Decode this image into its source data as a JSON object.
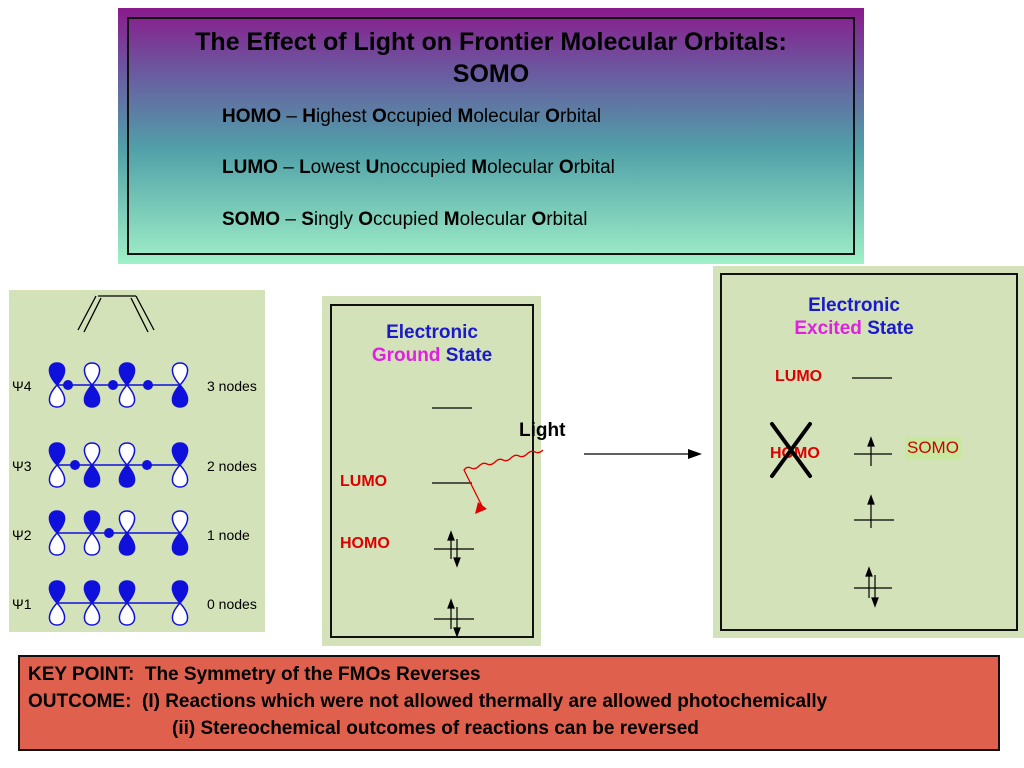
{
  "title": {
    "line1": "The Effect of Light on Frontier Molecular Orbitals:",
    "line2": "SOMO"
  },
  "definitions": [
    {
      "abbr": "HOMO",
      "dash": " – ",
      "parts": [
        [
          "H",
          "ighest "
        ],
        [
          "O",
          "ccupied "
        ],
        [
          "M",
          "olecular "
        ],
        [
          "O",
          "rbital"
        ]
      ]
    },
    {
      "abbr": "LUMO",
      "dash": " – ",
      "parts": [
        [
          "L",
          "owest "
        ],
        [
          "U",
          "noccupied "
        ],
        [
          "M",
          "olecular "
        ],
        [
          "O",
          "rbital"
        ]
      ]
    },
    {
      "abbr": "SOMO",
      "dash": " – ",
      "parts": [
        [
          "S",
          "ingly "
        ],
        [
          "O",
          "ccupied "
        ],
        [
          "M",
          "olecular "
        ],
        [
          "O",
          "rbital"
        ]
      ]
    }
  ],
  "mo_diagram": {
    "rows": [
      {
        "psi": "Ψ4",
        "nodes": "3 nodes"
      },
      {
        "psi": "Ψ3",
        "nodes": "2 nodes"
      },
      {
        "psi": "Ψ2",
        "nodes": "1 node"
      },
      {
        "psi": "Ψ1",
        "nodes": "0 nodes"
      }
    ]
  },
  "ground_state": {
    "heading_line1": "Electronic",
    "heading_word_a": "Ground",
    "heading_word_b": "State",
    "lumo_label": "LUMO",
    "homo_label": "HOMO"
  },
  "light_label": "Light",
  "excited_state": {
    "heading_line1": "Electronic",
    "heading_word_a": "Excited",
    "heading_word_b": "State",
    "lumo_label": "LUMO",
    "homo_label": "HOMO",
    "somo_label": "SOMO"
  },
  "key_point": {
    "line1": "KEY POINT:  The Symmetry of the FMOs Reverses",
    "line2": "OUTCOME:  (I) Reactions which were not allowed thermally are allowed photochemically",
    "line3": "(ii) Stereochemical outcomes of reactions can be reversed"
  },
  "colors": {
    "orbital_blue": "#1010dd",
    "label_red": "#dd0000",
    "heading_blue": "#1a1acc",
    "heading_magenta": "#e020e0",
    "key_box": "#e0604e",
    "panel_green": "#d3e2b8"
  }
}
